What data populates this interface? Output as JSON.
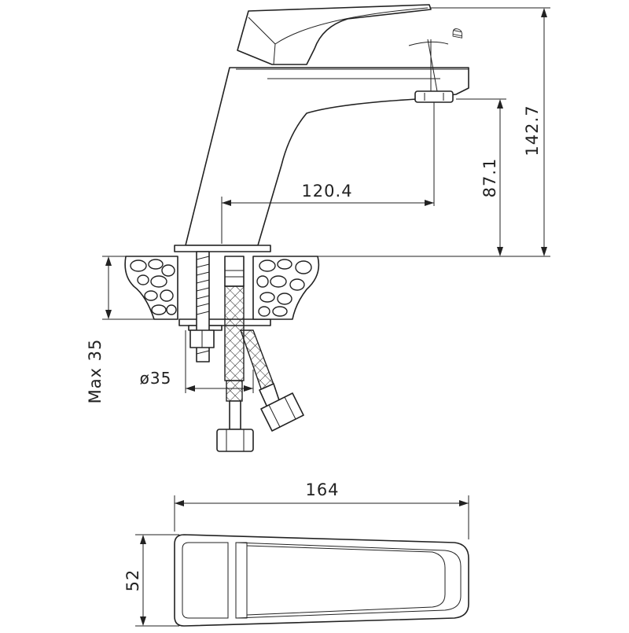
{
  "dimensions": {
    "total_height": "142.7",
    "spout_height": "87.1",
    "spout_reach": "120.4",
    "deck_thickness": "Max 35",
    "hole_diameter": "ø35",
    "body_length": "164",
    "body_width": "52",
    "hot_cold_mark": "ⅅ"
  }
}
